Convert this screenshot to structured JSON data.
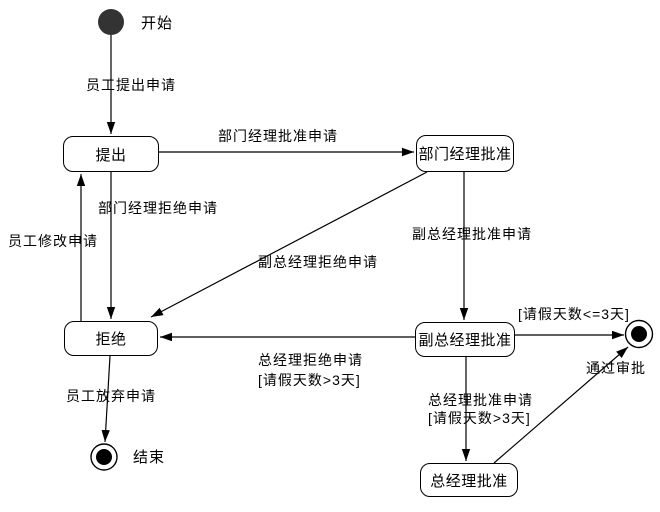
{
  "diagram": {
    "colors": {
      "background": "#ffffff",
      "line": "#000000",
      "state_fill": "#ffffff",
      "state_border": "#000000",
      "initial_fill": "#333333",
      "final_dot": "#000000"
    },
    "nodes": {
      "start_label": "开始",
      "end_label": "结束"
    },
    "states": {
      "submit": "提出",
      "dept_approved": "部门经理批准",
      "rejected": "拒绝",
      "vice_approved": "副总经理批准",
      "gm_approved": "总经理批准"
    },
    "transitions": {
      "employee_submit": "员工提出申请",
      "dept_approve": "部门经理批准申请",
      "dept_reject": "部门经理拒绝申请",
      "employee_modify": "员工修改申请",
      "vice_reject": "副总经理拒绝申请",
      "vice_approve": "副总经理批准申请",
      "days_le3_guard": "[请假天数<=3天]",
      "gm_reject": "总经理拒绝申请",
      "gm_reject_guard": "[请假天数>3天]",
      "gm_approve": "总经理批准申请",
      "gm_approve_guard": "[请假天数>3天]",
      "pass_approval": "通过审批",
      "employee_abandon": "员工放弃申请"
    }
  }
}
